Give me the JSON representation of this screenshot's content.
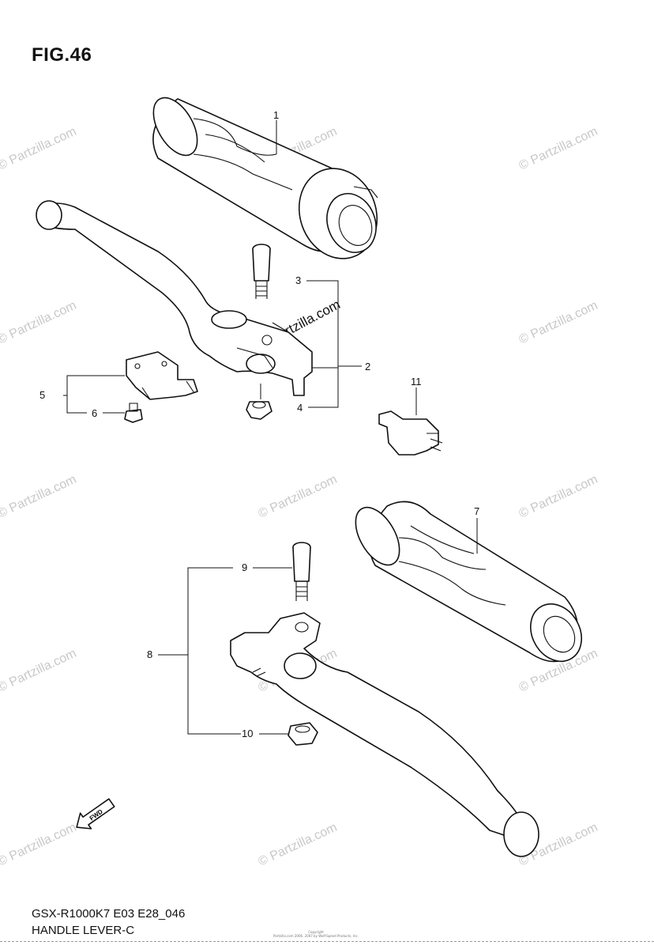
{
  "figure": {
    "title": "FIG.46"
  },
  "footer": {
    "model_code": "GSX-R1000K7 E03 E28_046",
    "section_name": "HANDLE LEVER-C",
    "copyright_line1": "Copyright",
    "copyright_line2": "Partzilla.com 2006, 2007 by Wolf-Speed Products, Inc."
  },
  "watermark": {
    "text": "© Partzilla.com",
    "center_text": "©Partzilla.com"
  },
  "reference_numbers": [
    "1",
    "2",
    "3",
    "4",
    "5",
    "6",
    "7",
    "8",
    "9",
    "10",
    "11"
  ],
  "icons": {
    "front_arrow": "front-direction-arrow-icon",
    "front_arrow_label": "FWD"
  }
}
